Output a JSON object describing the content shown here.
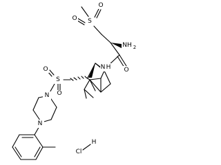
{
  "molecule": {
    "atoms": {
      "s_sulfone": "S",
      "o_sulfone_top": "O",
      "o_sulfone_left": "O",
      "nh2": "NH",
      "nh2_sub": "2",
      "amide_n": "N",
      "amide_h": "H",
      "amide_o": "O",
      "s_sulfonyl": "S",
      "o_sulfonyl_left": "O",
      "o_sulfonyl_bottom": "O",
      "piperazine_n_top": "N",
      "piperazine_n_bottom": "N"
    },
    "salt": {
      "cl": "Cl",
      "h": "H"
    }
  }
}
